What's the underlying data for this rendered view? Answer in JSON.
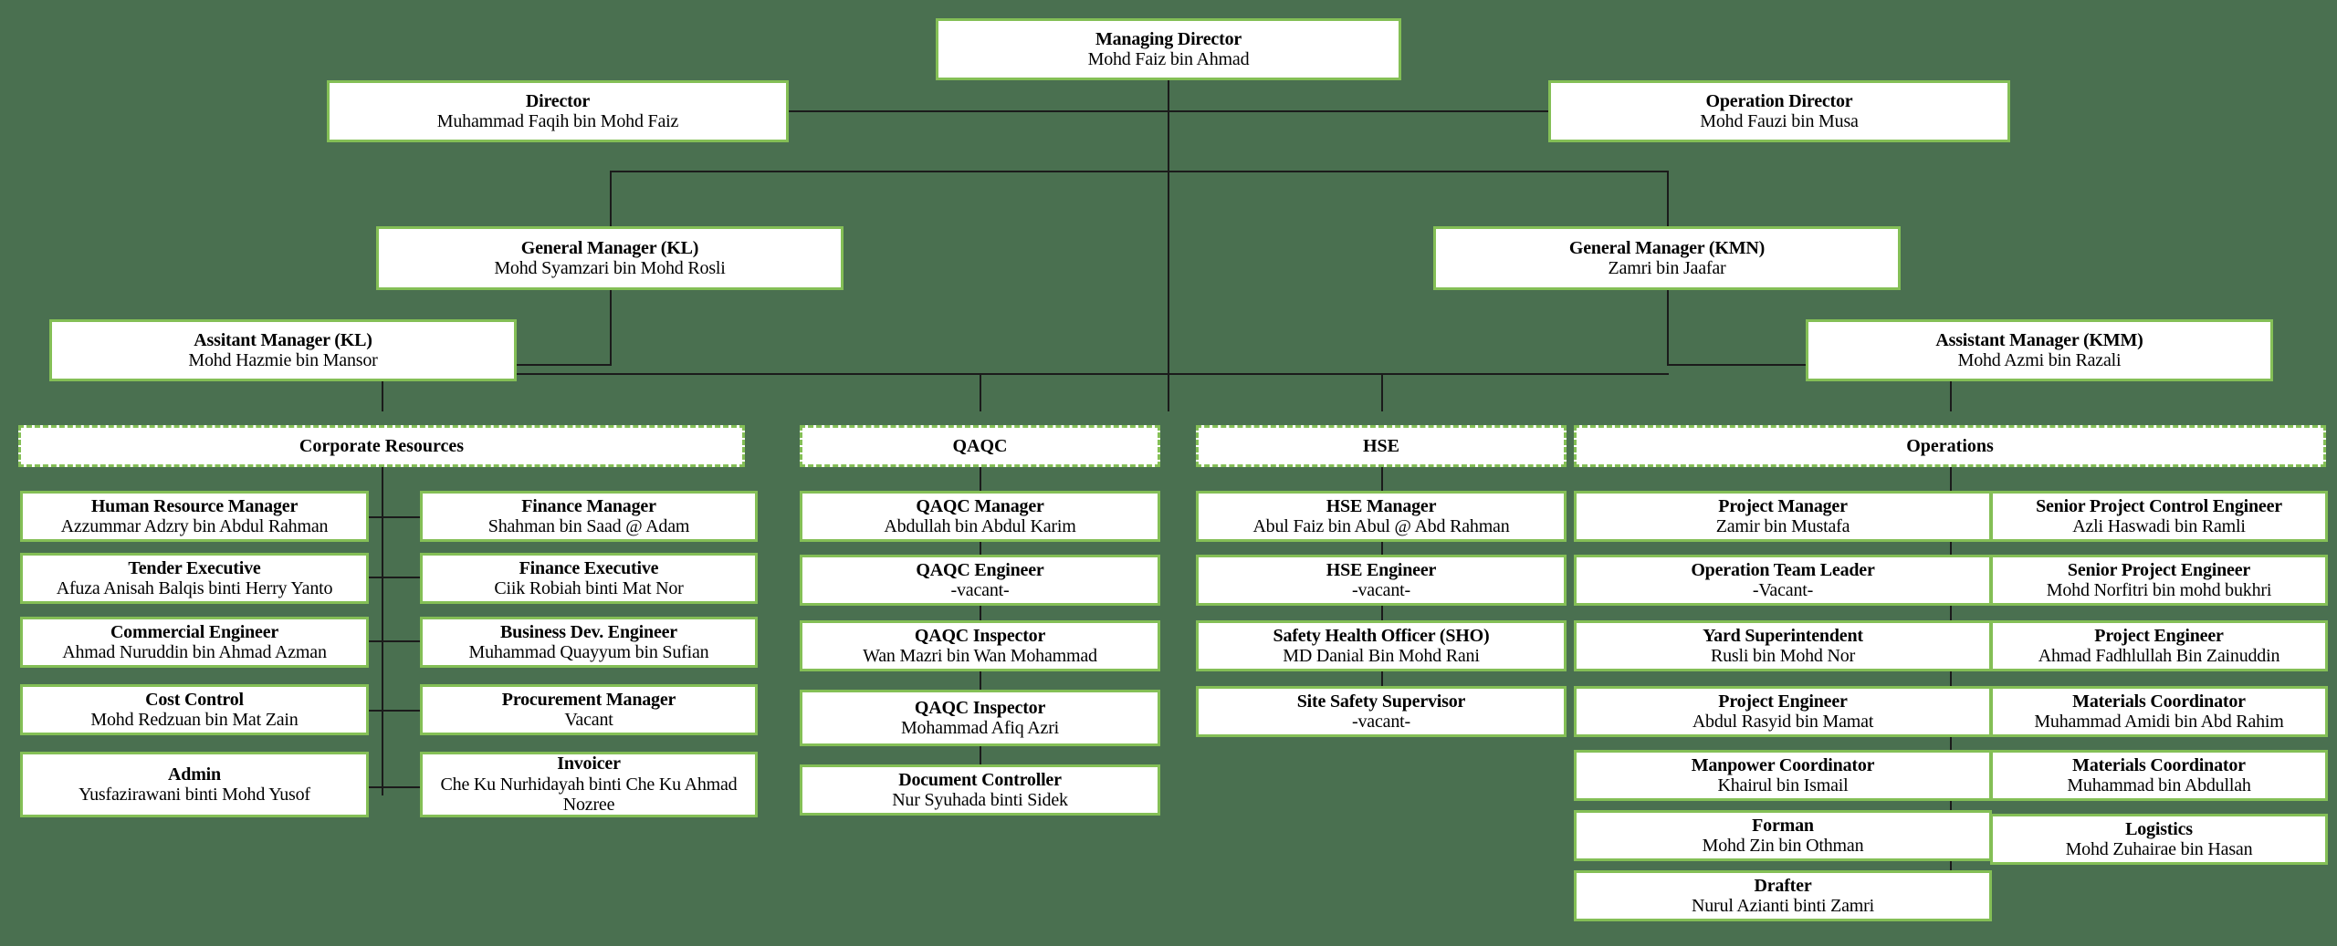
{
  "page": {
    "background_color": "#4a7050",
    "box_border_color": "#84bf56",
    "box_fill_color": "#ffffff",
    "connector_color": "#1b1b1b",
    "chart_type": "organization-chart"
  },
  "executive": {
    "managing_director": {
      "title": "Managing Director",
      "person": "Mohd Faiz bin Ahmad"
    },
    "director": {
      "title": "Director",
      "person": "Muhammad Faqih bin Mohd Faiz"
    },
    "operation_director": {
      "title": "Operation Director",
      "person": "Mohd Fauzi bin Musa"
    },
    "general_manager_kl": {
      "title": "General Manager (KL)",
      "person": "Mohd Syamzari bin Mohd Rosli"
    },
    "general_manager_kmn": {
      "title": "General Manager (KMN)",
      "person": "Zamri bin Jaafar"
    },
    "assistant_manager_kl": {
      "title": "Assitant Manager (KL)",
      "person": "Mohd Hazmie bin Mansor"
    },
    "assistant_manager_kmm": {
      "title": "Assistant Manager (KMM)",
      "person": "Mohd Azmi bin Razali"
    }
  },
  "departments": [
    {
      "id": "corporate-resources",
      "label": "Corporate Resources"
    },
    {
      "id": "qaqc",
      "label": "QAQC"
    },
    {
      "id": "hse",
      "label": "HSE"
    },
    {
      "id": "operations",
      "label": "Operations"
    }
  ],
  "corporate_resources": {
    "column_left": [
      {
        "title": "Human Resource Manager",
        "person": "Azzummar Adzry bin Abdul Rahman"
      },
      {
        "title": "Tender Executive",
        "person": "Afuza Anisah Balqis binti Herry Yanto"
      },
      {
        "title": "Commercial Engineer",
        "person": "Ahmad Nuruddin bin Ahmad Azman"
      },
      {
        "title": "Cost Control",
        "person": "Mohd Redzuan bin Mat Zain"
      },
      {
        "title": "Admin",
        "person": "Yusfazirawani binti Mohd Yusof"
      }
    ],
    "column_right": [
      {
        "title": "Finance Manager",
        "person": "Shahman bin Saad @ Adam"
      },
      {
        "title": "Finance Executive",
        "person": "Ciik Robiah binti Mat Nor"
      },
      {
        "title": "Business Dev. Engineer",
        "person": "Muhammad Quayyum bin Sufian"
      },
      {
        "title": "Procurement Manager",
        "person": "Vacant"
      },
      {
        "title": "Invoicer",
        "person": "Che Ku Nurhidayah binti Che Ku Ahmad Nozree"
      }
    ]
  },
  "qaqc": [
    {
      "title": "QAQC Manager",
      "person": "Abdullah bin Abdul Karim"
    },
    {
      "title": "QAQC Engineer",
      "person": "-vacant-"
    },
    {
      "title": "QAQC Inspector",
      "person": "Wan Mazri bin Wan Mohammad"
    },
    {
      "title": "QAQC Inspector",
      "person": "Mohammad Afiq Azri"
    },
    {
      "title": "Document Controller",
      "person": "Nur Syuhada binti Sidek"
    }
  ],
  "hse": [
    {
      "title": "HSE Manager",
      "person": "Abul Faiz bin Abul @ Abd Rahman"
    },
    {
      "title": "HSE Engineer",
      "person": "-vacant-"
    },
    {
      "title": "Safety Health Officer (SHO)",
      "person": "MD Danial Bin Mohd Rani"
    },
    {
      "title": "Site Safety Supervisor",
      "person": "-vacant-"
    }
  ],
  "operations": {
    "column_left": [
      {
        "title": "Project Manager",
        "person": "Zamir bin Mustafa"
      },
      {
        "title": "Operation Team Leader",
        "person": "-Vacant-"
      },
      {
        "title": "Yard Superintendent",
        "person": "Rusli bin Mohd Nor"
      },
      {
        "title": "Project Engineer",
        "person": "Abdul Rasyid bin Mamat"
      },
      {
        "title": "Manpower Coordinator",
        "person": "Khairul bin Ismail"
      },
      {
        "title": "Forman",
        "person": "Mohd Zin bin Othman"
      },
      {
        "title": "Drafter",
        "person": "Nurul Azianti binti Zamri"
      }
    ],
    "column_right": [
      {
        "title": "Senior Project Control Engineer",
        "person": "Azli Haswadi bin Ramli"
      },
      {
        "title": "Senior Project Engineer",
        "person": "Mohd Norfitri bin mohd bukhri"
      },
      {
        "title": "Project Engineer",
        "person": "Ahmad Fadhlullah Bin Zainuddin"
      },
      {
        "title": "Materials Coordinator",
        "person": "Muhammad Amidi bin Abd Rahim"
      },
      {
        "title": "Materials Coordinator",
        "person": "Muhammad bin Abdullah"
      },
      {
        "title": "Logistics",
        "person": "Mohd Zuhairae bin Hasan"
      }
    ]
  }
}
